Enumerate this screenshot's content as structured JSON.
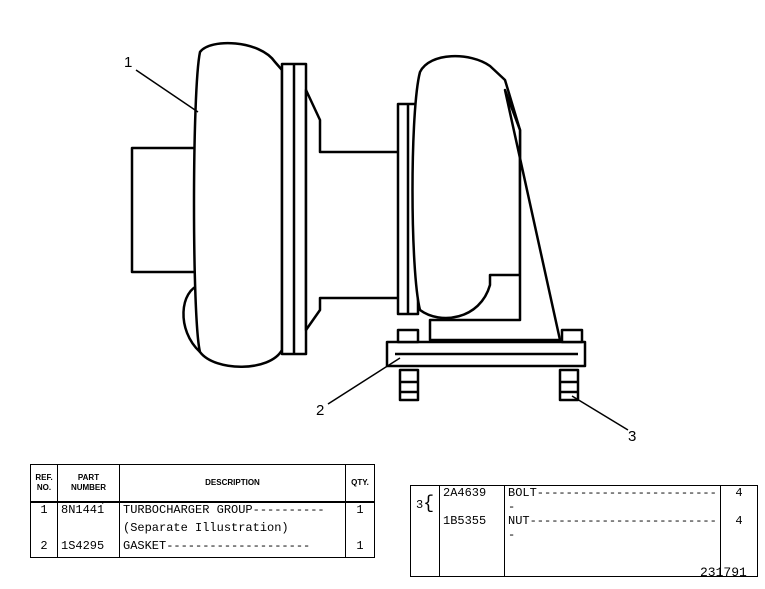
{
  "callouts": [
    "1",
    "2",
    "3"
  ],
  "left_table": {
    "headers": {
      "ref": [
        "REF.",
        "NO."
      ],
      "part": [
        "PART",
        "NUMBER"
      ],
      "description": "DESCRIPTION",
      "qty": "QTY."
    },
    "rows": [
      {
        "ref": "1",
        "part": "8N1441",
        "mark": "́",
        "description": "TURBOCHARGER GROUP----------",
        "qty": "1"
      },
      {
        "ref": "",
        "part": "",
        "mark": "",
        "description": "(Separate Illustration)",
        "qty": ""
      },
      {
        "ref": "2",
        "part": "1S4295",
        "mark": "",
        "description": "GASKET--------------------",
        "qty": "1"
      }
    ]
  },
  "right_table": {
    "group_ref": "3",
    "rows": [
      {
        "part": "2A4639",
        "description": "BOLT--------------------------",
        "qty": "4"
      },
      {
        "part": "1B5355",
        "description": "NUT---------------------------",
        "qty": "4"
      }
    ]
  },
  "document_number": "231791"
}
